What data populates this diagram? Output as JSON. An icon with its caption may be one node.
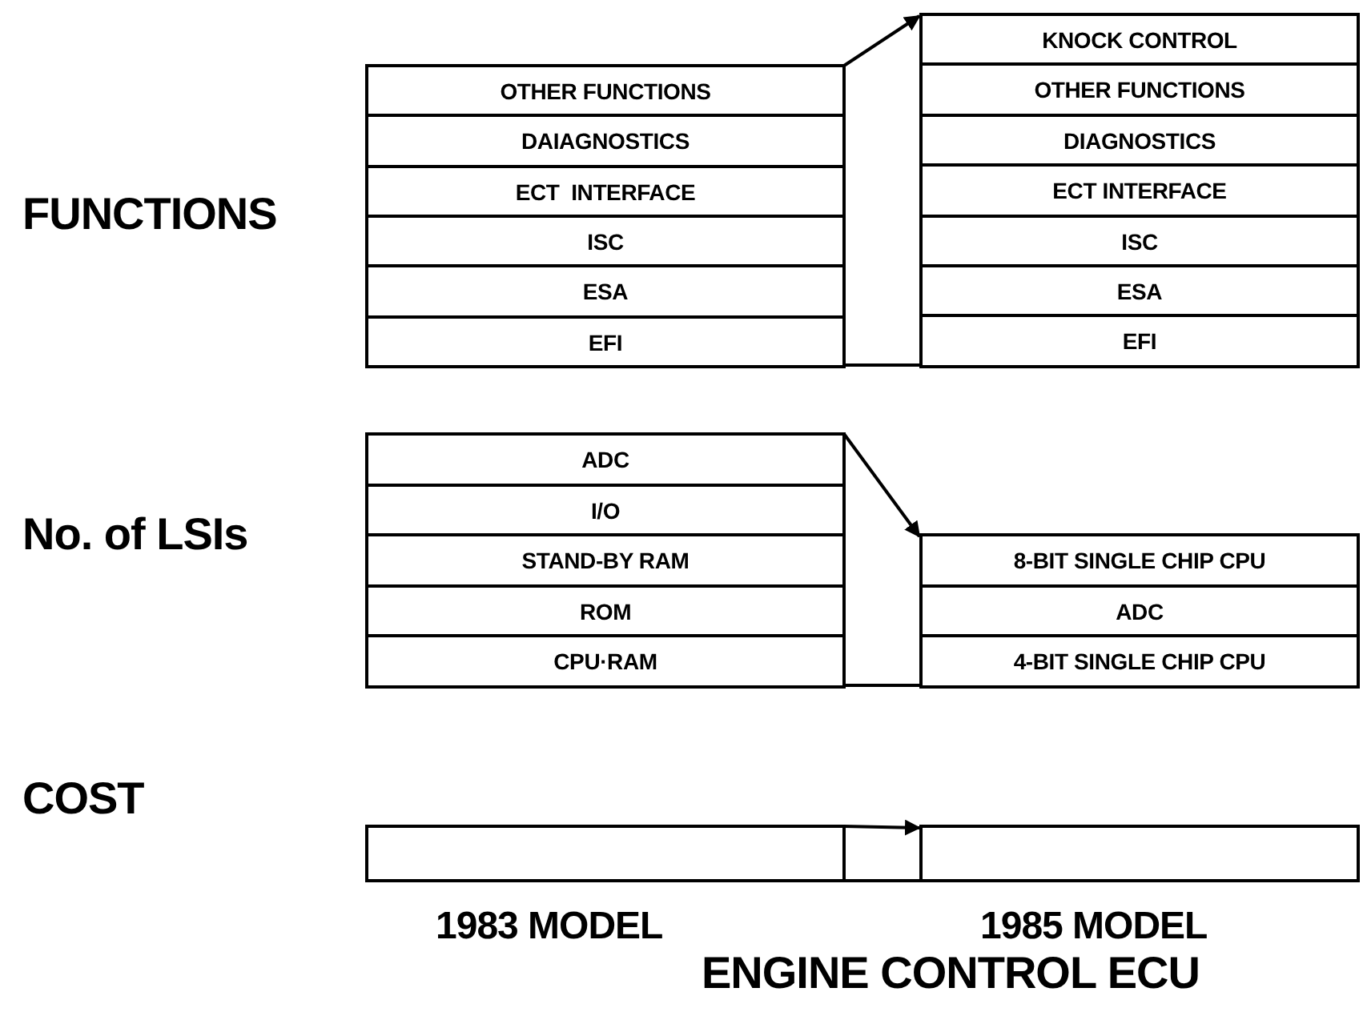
{
  "diagram": {
    "title": "ENGINE CONTROL ECU",
    "nodes": [
      {
        "text": [
          "OTHER FUNCTIONS"
        ]
      },
      {
        "text": [
          "DAIAGNOSTICS"
        ]
      },
      {
        "text": [
          "ECT  INTERFACE"
        ]
      },
      {
        "text": [
          "ISC"
        ]
      },
      {
        "text": [
          "ESA"
        ]
      },
      {
        "text": [
          "EFI"
        ]
      },
      {
        "text": [
          "KNOCK CONTROL"
        ]
      },
      {
        "text": [
          "OTHER FUNCTIONS"
        ]
      },
      {
        "text": [
          "DIAGNOSTICS"
        ]
      },
      {
        "text": [
          "ECT INTERFACE"
        ]
      },
      {
        "text": [
          "ISC"
        ]
      },
      {
        "text": [
          "ESA"
        ]
      },
      {
        "text": [
          "EFI"
        ]
      },
      {
        "text": [
          "ADC"
        ]
      },
      {
        "text": [
          "I/O"
        ]
      },
      {
        "text": [
          "STAND-BY RAM"
        ]
      },
      {
        "text": [
          "ROM"
        ]
      },
      {
        "text": [
          "CPU·RAM"
        ]
      },
      {
        "text": [
          "8-BIT SINGLE CHIP CPU"
        ]
      },
      {
        "text": [
          "ADC"
        ]
      },
      {
        "text": [
          "4-BIT SINGLE CHIP CPU"
        ]
      },
      {
        "text": [],
        "shape": "bar"
      },
      {
        "text": [],
        "shape": "bar"
      }
    ],
    "edges": [
      {
        "from": 0,
        "to": 6,
        "arrow": "to"
      },
      {
        "from": 13,
        "to": 18,
        "arrow": "to"
      },
      {
        "from": 21,
        "to": 22,
        "arrow": "to"
      }
    ],
    "labels": [
      "FUNCTIONS",
      "No. of LSIs",
      "COST",
      "1983 MODEL",
      "1985 MODEL"
    ]
  }
}
